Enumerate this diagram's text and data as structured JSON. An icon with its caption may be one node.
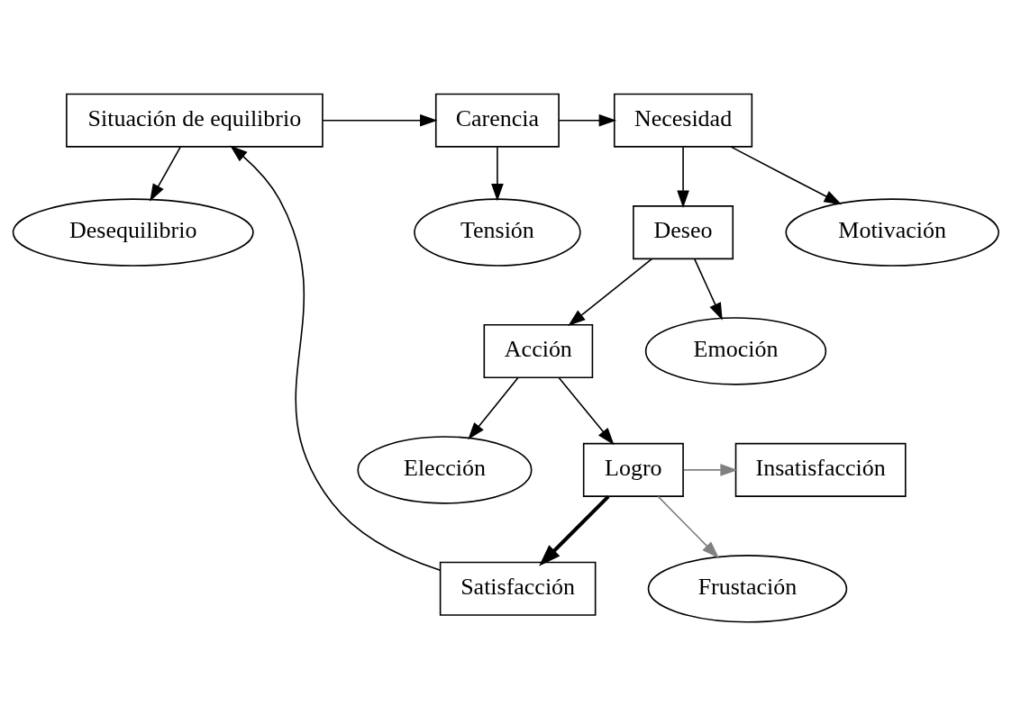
{
  "diagram": {
    "nodes": [
      {
        "text": [
          "Situación de equilibrio"
        ]
      },
      {
        "text": [
          "Carencia"
        ]
      },
      {
        "text": [
          "Tensión"
        ]
      },
      {
        "text": [
          "Necesidad"
        ]
      },
      {
        "text": [
          "Motivación"
        ]
      },
      {
        "text": [
          "Deseo"
        ]
      },
      {
        "text": [
          "Emoción"
        ]
      },
      {
        "text": [
          "Acción"
        ]
      },
      {
        "text": [
          "Frustación"
        ]
      },
      {
        "text": [
          "Insatisfacción"
        ]
      },
      {
        "text": [
          "Logro"
        ]
      },
      {
        "text": [
          "Elección"
        ]
      },
      {
        "text": [
          "Satisfacción"
        ]
      },
      {
        "text": [
          "Desequilibrio"
        ]
      }
    ],
    "edges": [
      {
        "from": 0,
        "to": 1,
        "arrow": "to"
      },
      {
        "from": 0,
        "to": 13,
        "arrow": "to"
      },
      {
        "from": 1,
        "to": 3,
        "arrow": "to"
      },
      {
        "from": 1,
        "to": 2,
        "arrow": "to"
      },
      {
        "from": 3,
        "to": 5,
        "arrow": "to"
      },
      {
        "from": 3,
        "to": 4,
        "arrow": "to"
      },
      {
        "from": 5,
        "to": 7,
        "arrow": "to"
      },
      {
        "from": 5,
        "to": 6,
        "arrow": "to"
      },
      {
        "from": 7,
        "to": 10,
        "arrow": "to"
      },
      {
        "from": 7,
        "to": 11,
        "arrow": "to"
      },
      {
        "from": 10,
        "to": 9,
        "arrow": "to",
        "color": "#808080"
      },
      {
        "from": 10,
        "to": 8,
        "arrow": "to",
        "color": "#808080"
      },
      {
        "from": 10,
        "to": 12,
        "arrow": "to",
        "style": "thick"
      },
      {
        "from": 12,
        "to": 0,
        "arrow": "to"
      }
    ]
  }
}
